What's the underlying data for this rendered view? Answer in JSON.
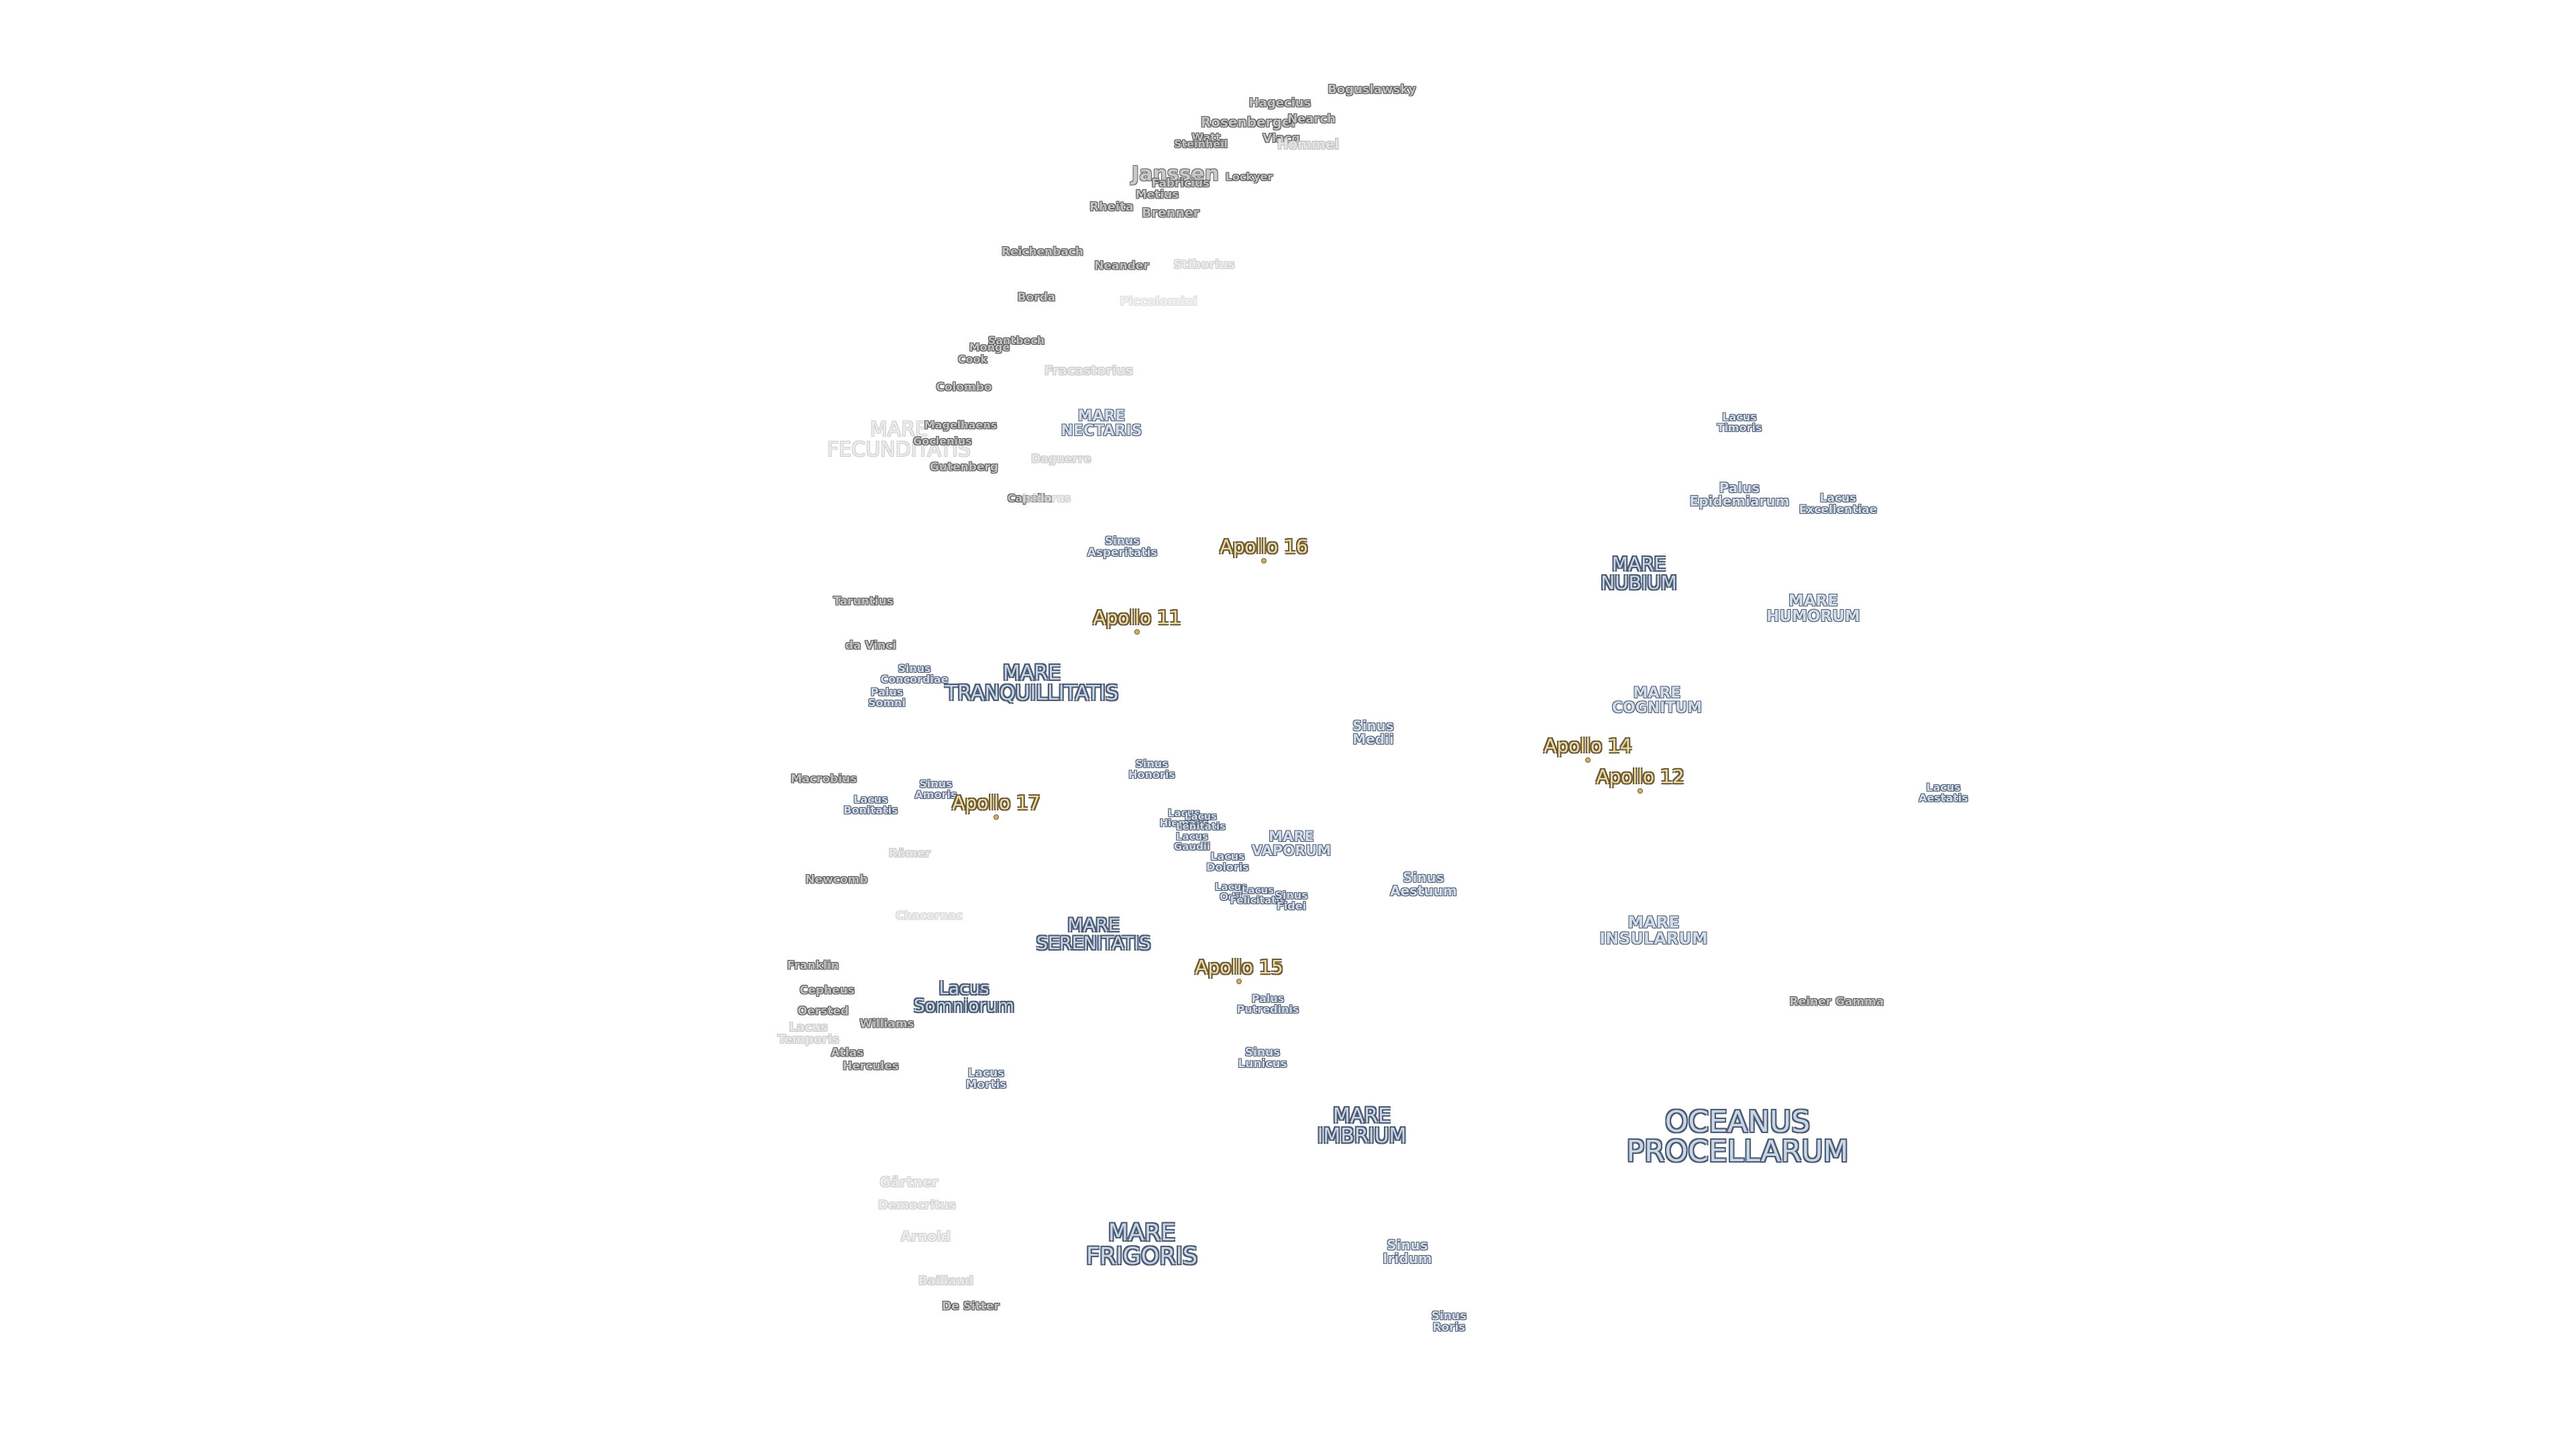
{
  "map": {
    "labels": [
      {
        "id": "boguslawsky",
        "text": "Boguslawsky",
        "kind": "crater"
      },
      {
        "id": "hagecius",
        "text": "Hagecius",
        "kind": "crater"
      },
      {
        "id": "rosenberger",
        "text": "Rosenberger",
        "kind": "crater"
      },
      {
        "id": "nearch",
        "text": "Nearch",
        "kind": "crater"
      },
      {
        "id": "watt",
        "text": "Watt",
        "kind": "crater"
      },
      {
        "id": "steinheil",
        "text": "Steinheil",
        "kind": "crater"
      },
      {
        "id": "vlacq",
        "text": "Vlacq",
        "kind": "crater"
      },
      {
        "id": "hommel",
        "text": "Hommel",
        "kind": "faded"
      },
      {
        "id": "janssen",
        "text": "Janssen",
        "kind": "crater"
      },
      {
        "id": "fabricius",
        "text": "Fabricius",
        "kind": "crater"
      },
      {
        "id": "lockyer",
        "text": "Lockyer",
        "kind": "crater"
      },
      {
        "id": "metius",
        "text": "Metius",
        "kind": "crater"
      },
      {
        "id": "rheita",
        "text": "Rheita",
        "kind": "crater"
      },
      {
        "id": "brenner",
        "text": "Brenner",
        "kind": "crater"
      },
      {
        "id": "reichenbach",
        "text": "Reichenbach",
        "kind": "crater"
      },
      {
        "id": "neander",
        "text": "Neander",
        "kind": "crater"
      },
      {
        "id": "stiborius",
        "text": "Stiborius",
        "kind": "faded"
      },
      {
        "id": "borda",
        "text": "Borda",
        "kind": "crater"
      },
      {
        "id": "piccolomini",
        "text": "Piccolomini",
        "kind": "faded"
      },
      {
        "id": "santbech",
        "text": "Santbech",
        "kind": "crater"
      },
      {
        "id": "monge",
        "text": "Monge",
        "kind": "crater"
      },
      {
        "id": "cook",
        "text": "Cook",
        "kind": "crater"
      },
      {
        "id": "fracastorius",
        "text": "Fracastorius",
        "kind": "faded"
      },
      {
        "id": "colombo",
        "text": "Colombo",
        "kind": "crater"
      },
      {
        "id": "mare-fecunditatis",
        "text": "MARE\nFECUNDITATIS",
        "kind": "faded-mare"
      },
      {
        "id": "magelhaens",
        "text": "Magelhaens",
        "kind": "crater"
      },
      {
        "id": "goclenius",
        "text": "Goclenius",
        "kind": "crater"
      },
      {
        "id": "mare-nectaris",
        "text": "MARE\nNECTARIS",
        "kind": "small-mare"
      },
      {
        "id": "daguerre",
        "text": "Daguerre",
        "kind": "faded"
      },
      {
        "id": "gutenberg",
        "text": "Gutenberg",
        "kind": "crater"
      },
      {
        "id": "capella",
        "text": "Capella",
        "kind": "crater"
      },
      {
        "id": "isidorus",
        "text": "Isidorus",
        "kind": "faded"
      },
      {
        "id": "sinus-asperitatis",
        "text": "Sinus\nAsperitatis",
        "kind": "small-mare"
      },
      {
        "id": "apollo-16",
        "text": "Apollo 16",
        "kind": "apollo"
      },
      {
        "id": "taruntius",
        "text": "Taruntius",
        "kind": "crater"
      },
      {
        "id": "apollo-11",
        "text": "Apollo 11",
        "kind": "apollo"
      },
      {
        "id": "da-vinci",
        "text": "da Vinci",
        "kind": "crater"
      },
      {
        "id": "sinus-concordiae",
        "text": "Sinus\nConcordiae",
        "kind": "small-mare"
      },
      {
        "id": "palus-somni",
        "text": "Palus\nSomni",
        "kind": "small-mare"
      },
      {
        "id": "mare-tranquillitatis",
        "text": "MARE\nTRANQUILLITATIS",
        "kind": "mare"
      },
      {
        "id": "sinus-medii",
        "text": "Sinus\nMedii",
        "kind": "small-mare"
      },
      {
        "id": "sinus-honoris",
        "text": "Sinus\nHonoris",
        "kind": "small-mare"
      },
      {
        "id": "macrobius",
        "text": "Macrobius",
        "kind": "crater"
      },
      {
        "id": "lacus-bonitatis",
        "text": "Lacus\nBonitatis",
        "kind": "small-mare"
      },
      {
        "id": "sinus-amoris",
        "text": "Sinus\nAmoris",
        "kind": "small-mare"
      },
      {
        "id": "apollo-17",
        "text": "Apollo 17",
        "kind": "apollo"
      },
      {
        "id": "lacus-hiemalis",
        "text": "Lacus\nHiemalis",
        "kind": "small-mare"
      },
      {
        "id": "lacus-lenitatis",
        "text": "Lacus\nLenitatis",
        "kind": "small-mare"
      },
      {
        "id": "lacus-gaudii",
        "text": "Lacus\nGaudii",
        "kind": "small-mare"
      },
      {
        "id": "mare-vaporum",
        "text": "MARE\nVAPORUM",
        "kind": "small-mare"
      },
      {
        "id": "romer",
        "text": "Römer",
        "kind": "faded"
      },
      {
        "id": "lacus-doloris",
        "text": "Lacus\nDoloris",
        "kind": "small-mare"
      },
      {
        "id": "newcomb",
        "text": "Newcomb",
        "kind": "crater"
      },
      {
        "id": "lacus-odii",
        "text": "Lacus\nOdii",
        "kind": "small-mare"
      },
      {
        "id": "lacus-felicitatis",
        "text": "Lacus\nFelicitatis",
        "kind": "small-mare"
      },
      {
        "id": "sinus-fidei",
        "text": "Sinus\nFidei",
        "kind": "small-mare"
      },
      {
        "id": "sinus-aestuum",
        "text": "Sinus\nAestuum",
        "kind": "small-mare"
      },
      {
        "id": "chacornac",
        "text": "Chacornac",
        "kind": "faded"
      },
      {
        "id": "mare-serenitatis",
        "text": "MARE\nSERENITATIS",
        "kind": "mare"
      },
      {
        "id": "apollo-15",
        "text": "Apollo 15",
        "kind": "apollo"
      },
      {
        "id": "franklin",
        "text": "Franklin",
        "kind": "crater"
      },
      {
        "id": "cepheus",
        "text": "Cepheus",
        "kind": "crater"
      },
      {
        "id": "lacus-somniorum",
        "text": "Lacus\nSomniorum",
        "kind": "mare"
      },
      {
        "id": "palus-putredinis",
        "text": "Palus\nPutredinis",
        "kind": "small-mare"
      },
      {
        "id": "oersted",
        "text": "Oersted",
        "kind": "crater"
      },
      {
        "id": "williams",
        "text": "Williams",
        "kind": "crater"
      },
      {
        "id": "lacus-temporis",
        "text": "Lacus\nTemporis",
        "kind": "faded"
      },
      {
        "id": "atlas",
        "text": "Atlas",
        "kind": "crater"
      },
      {
        "id": "hercules",
        "text": "Hercules",
        "kind": "crater"
      },
      {
        "id": "sinus-lunicus",
        "text": "Sinus\nLunicus",
        "kind": "small-mare"
      },
      {
        "id": "lacus-mortis",
        "text": "Lacus\nMortis",
        "kind": "small-mare"
      },
      {
        "id": "mare-imbrium",
        "text": "MARE\nIMBRIUM",
        "kind": "mare"
      },
      {
        "id": "gartner",
        "text": "Gärtner",
        "kind": "faded"
      },
      {
        "id": "democritus",
        "text": "Democritus",
        "kind": "faded"
      },
      {
        "id": "arnold",
        "text": "Arnold",
        "kind": "faded"
      },
      {
        "id": "mare-frigoris",
        "text": "MARE\nFRIGORIS",
        "kind": "mare"
      },
      {
        "id": "sinus-iridum",
        "text": "Sinus\nIridum",
        "kind": "small-mare"
      },
      {
        "id": "bailaud",
        "text": "Baillaud",
        "kind": "faded"
      },
      {
        "id": "de-sitter",
        "text": "De Sitter",
        "kind": "crater"
      },
      {
        "id": "sinus-roris",
        "text": "Sinus\nRoris",
        "kind": "small-mare"
      },
      {
        "id": "lacus-timoris",
        "text": "Lacus\nTimoris",
        "kind": "small-mare"
      },
      {
        "id": "palus-epidemiarum",
        "text": "Palus\nEpidemiarum",
        "kind": "small-mare"
      },
      {
        "id": "lacus-excellentiae",
        "text": "Lacus\nExcellentiae",
        "kind": "small-mare"
      },
      {
        "id": "mare-nubium",
        "text": "MARE\nNUBIUM",
        "kind": "mare"
      },
      {
        "id": "mare-humorum",
        "text": "MARE\nHUMORUM",
        "kind": "small-mare"
      },
      {
        "id": "mare-cognitum",
        "text": "MARE\nCOGNITUM",
        "kind": "small-mare"
      },
      {
        "id": "apollo-14",
        "text": "Apollo 14",
        "kind": "apollo"
      },
      {
        "id": "apollo-12",
        "text": "Apollo 12",
        "kind": "apollo"
      },
      {
        "id": "lacus-aestatis",
        "text": "Lacus\nAestatis",
        "kind": "small-mare"
      },
      {
        "id": "mare-insularum",
        "text": "MARE\nINSULARUM",
        "kind": "small-mare"
      },
      {
        "id": "reiner-gamma",
        "text": "Reiner Gamma",
        "kind": "crater"
      },
      {
        "id": "oceanus-procellarum",
        "text": "OCEANUS\nPROCELLARUM",
        "kind": "mare"
      }
    ]
  }
}
